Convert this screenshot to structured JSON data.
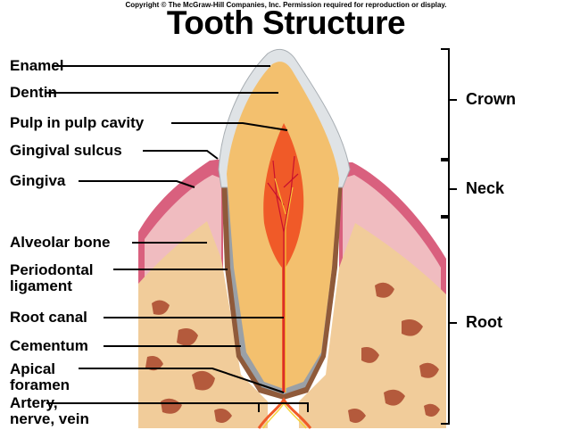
{
  "copyright": "Copyright © The McGraw-Hill Companies, Inc. Permission required for reproduction or display.",
  "title": "Tooth Structure",
  "labels": {
    "enamel": "Enamel",
    "dentin": "Dentin",
    "pulp": "Pulp in pulp cavity",
    "gingival_sulcus": "Gingival sulcus",
    "gingiva": "Gingiva",
    "alveolar_bone": "Alveolar bone",
    "periodontal_1": "Periodontal",
    "periodontal_2": "ligament",
    "root_canal": "Root canal",
    "cementum": "Cementum",
    "apical_1": "Apical",
    "apical_2": "foramen",
    "artery_1": "Artery,",
    "artery_2": "nerve, vein"
  },
  "regions": {
    "crown": "Crown",
    "neck": "Neck",
    "root": "Root"
  },
  "colors": {
    "gum": "#d9607e",
    "gum_light": "#f0bcc0",
    "bone": "#f1cc9a",
    "bone_spot": "#b45a3c",
    "enamel": "#dfe3e6",
    "dentin": "#f3c06e",
    "pulp": "#f05a28",
    "ligament": "#8f5a3a",
    "cementum": "#9aa0a6"
  }
}
